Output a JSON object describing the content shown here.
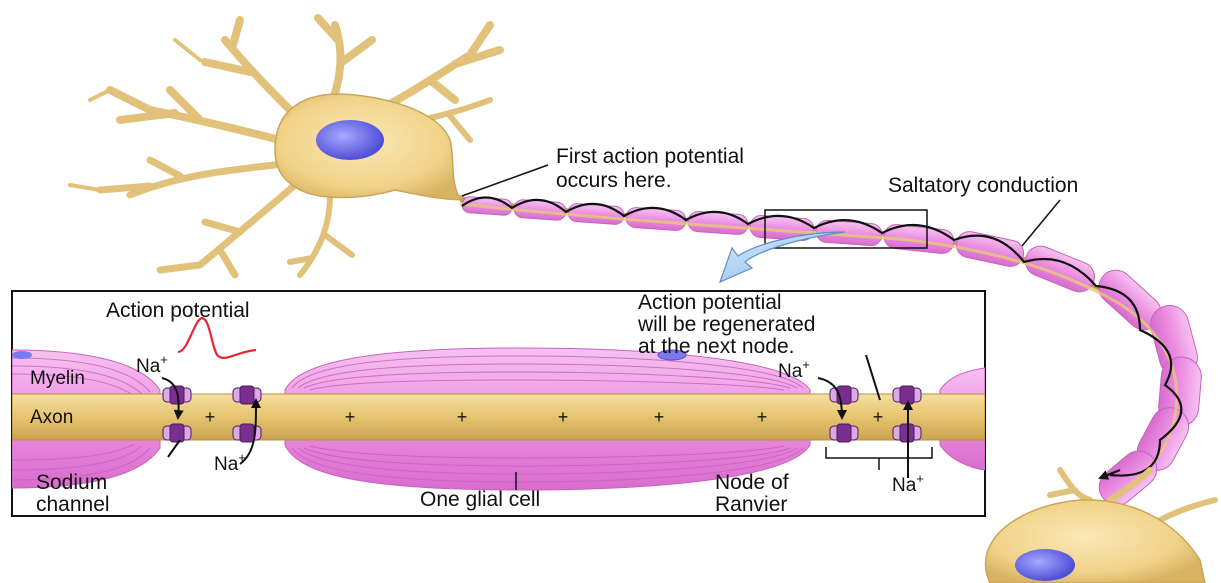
{
  "labels": {
    "first_ap_line1": "First action potential",
    "first_ap_line2": "occurs here.",
    "saltatory": "Saltatory conduction",
    "action_potential": "Action potential",
    "regen_line1": "Action potential",
    "regen_line2": "will be regenerated",
    "regen_line3": "at the next node.",
    "myelin": "Myelin",
    "axon": "Axon",
    "sodium_line1": "Sodium",
    "sodium_line2": "channel",
    "glial": "One glial cell",
    "node_line1": "Node of",
    "node_line2": "Ranvier",
    "ion": "Na",
    "ion_charge": "+",
    "plus": "+"
  },
  "colors": {
    "neuron": "#f2d58e",
    "neuron_dark": "#d9b865",
    "nucleus": "#6f6fe6",
    "myelin": "#ef9ae6",
    "myelin_dark": "#c763bd",
    "axon": "#e7c679",
    "channel": "#7a2f8f",
    "spike": "#e3263a"
  }
}
